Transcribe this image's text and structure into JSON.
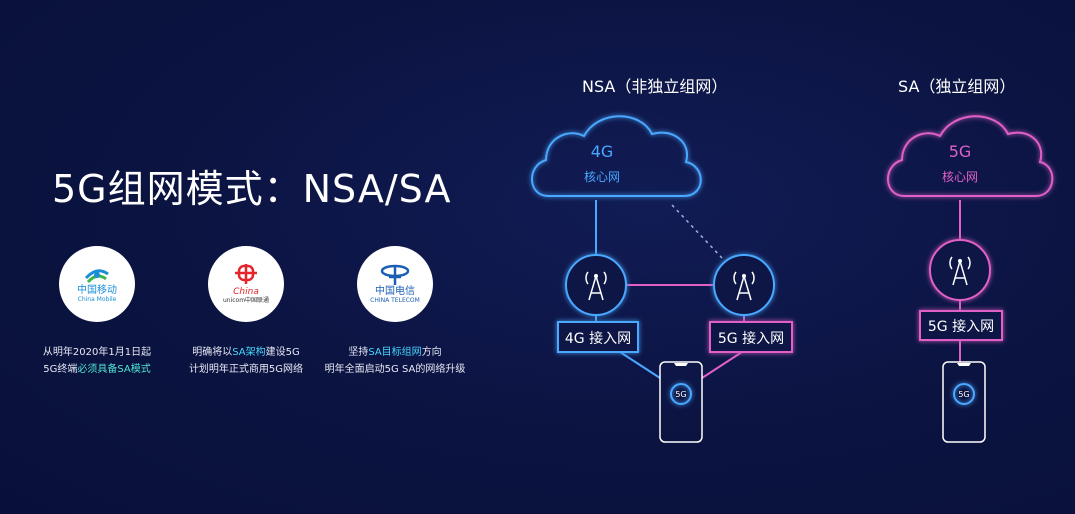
{
  "title": "5G组网模式：NSA/SA",
  "operators": [
    {
      "logo_text": "中国移动",
      "logo_sub": "China Mobile",
      "caption_line1": "从明年2020年1月1日起",
      "caption_line2_pre": "5G终端",
      "caption_line2_hl": "必须具备SA模式",
      "color": "#1a8fd8"
    },
    {
      "logo_text": "China",
      "logo_sub": "unicom中国联通",
      "caption_line1_pre": "明确将以",
      "caption_line1_hl": "SA架构",
      "caption_line1_post": "建设5G",
      "caption_line2": "计划明年正式商用5G网络",
      "color": "#e4262c"
    },
    {
      "logo_text": "中国电信",
      "logo_sub": "CHINA TELECOM",
      "caption_line1_pre": "坚持",
      "caption_line1_hl": "SA目标组网",
      "caption_line1_post": "方向",
      "caption_line2": "明年全面启动5G SA的网络升级",
      "color": "#1a5fb4"
    }
  ],
  "nsa": {
    "heading": "NSA（非独立组网）",
    "core_gen": "4G",
    "core_label": "核心网",
    "access_4g": "4G 接入网",
    "access_5g": "5G 接入网",
    "phone_badge": "5G"
  },
  "sa": {
    "heading": "SA（独立组网）",
    "core_gen": "5G",
    "core_label": "核心网",
    "access_5g": "5G 接入网",
    "phone_badge": "5G"
  },
  "colors": {
    "blue": "#4aa8ff",
    "pink": "#e060c8",
    "background": "#0c1544",
    "highlight": "#46d8ff"
  }
}
